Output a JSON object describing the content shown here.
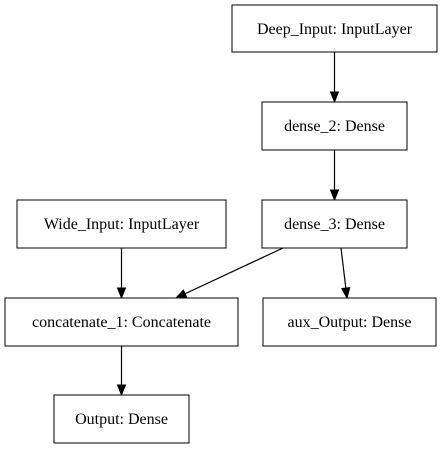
{
  "diagram": {
    "nodes": {
      "deep_input": "Deep_Input: InputLayer",
      "dense_2": "dense_2: Dense",
      "dense_3": "dense_3: Dense",
      "wide_input": "Wide_Input: InputLayer",
      "concatenate_1": "concatenate_1: Concatenate",
      "aux_output": "aux_Output: Dense",
      "output": "Output: Dense"
    },
    "edges": [
      {
        "from": "deep_input",
        "to": "dense_2"
      },
      {
        "from": "dense_2",
        "to": "dense_3"
      },
      {
        "from": "wide_input",
        "to": "concatenate_1"
      },
      {
        "from": "dense_3",
        "to": "concatenate_1"
      },
      {
        "from": "dense_3",
        "to": "aux_output"
      },
      {
        "from": "concatenate_1",
        "to": "output"
      }
    ]
  }
}
